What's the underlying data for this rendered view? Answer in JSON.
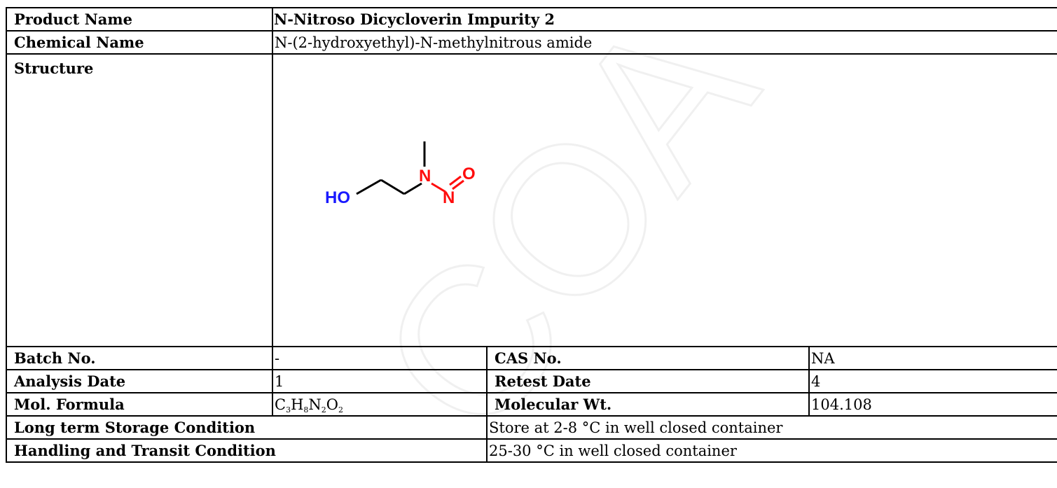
{
  "watermark_text": "COA",
  "product": {
    "label": "Product Name",
    "value": "N-Nitroso Dicycloverin Impurity 2"
  },
  "chemical": {
    "label": "Chemical Name",
    "value": "N-(2-hydroxyethyl)-N-methylnitrous amide"
  },
  "structure": {
    "label": "Structure",
    "atoms": {
      "ho": "HO",
      "n1": "N",
      "n2": "N",
      "o": "O"
    },
    "colors": {
      "hydroxyl": "#1a1aff",
      "nitroso": "#ff0d0d",
      "bond": "#000000"
    }
  },
  "batch": {
    "label": "Batch No.",
    "value": "-"
  },
  "cas": {
    "label": "CAS No.",
    "value": "NA"
  },
  "analysis_date": {
    "label": "Analysis Date",
    "value": "1"
  },
  "retest_date": {
    "label": "Retest Date",
    "value": "4"
  },
  "formula": {
    "label": "Mol. Formula",
    "parts": [
      "C",
      "3",
      "H",
      "8",
      "N",
      "2",
      "O",
      "2"
    ]
  },
  "mol_wt": {
    "label": "Molecular Wt.",
    "value": "104.108"
  },
  "storage": {
    "label": "Long term Storage Condition",
    "value": "Store at 2-8 °C in well closed container"
  },
  "handling": {
    "label": "Handling and Transit Condition",
    "value": "25-30 °C in well closed container"
  }
}
